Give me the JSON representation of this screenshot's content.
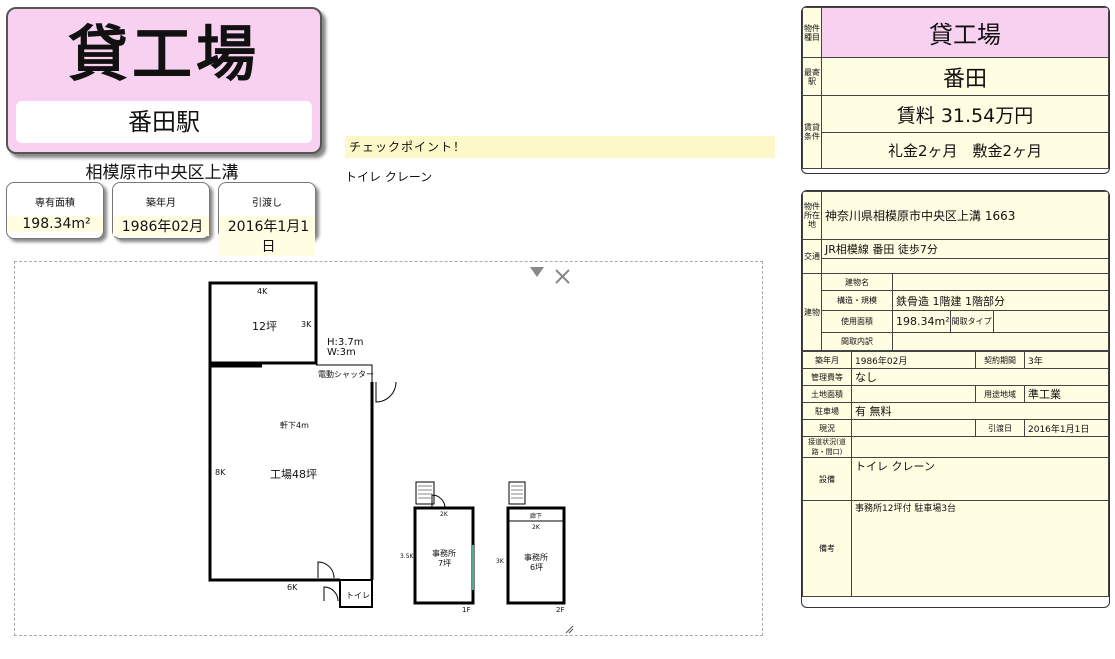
{
  "header": {
    "title": "貸工場",
    "station": "番田駅",
    "address": "相模原市中央区上溝"
  },
  "chips": [
    {
      "label": "専有面積",
      "value": "198.34m²"
    },
    {
      "label": "築年月",
      "value": "1986年02月"
    },
    {
      "label": "引渡し",
      "value": "2016年1月1日"
    }
  ],
  "checkpoint": {
    "label": "チェックポイント！",
    "equipment": "トイレ クレーン"
  },
  "floorplan": {
    "labels": {
      "top_width": "4K",
      "room1_area": "12坪",
      "room1_depth": "3K",
      "height": "H:3.7m",
      "width": "W:3m",
      "shutter": "電動シャッター",
      "eave": "軒下4m",
      "factory": "工場48坪",
      "left_side": "8K",
      "bottom_width": "6K",
      "toilet": "トイレ",
      "office1_top": "2K",
      "office1_side": "3.5K",
      "office1_name": "事務所",
      "office1_area": "7坪",
      "office1_floor": "1F",
      "office2_corridor": "廊下",
      "office2_top": "2K",
      "office2_side": "3K",
      "office2_name": "事務所",
      "office2_area": "6坪",
      "office2_floor": "2F"
    }
  },
  "summary": {
    "type_label": "物件種目",
    "type": "貸工場",
    "station_label": "最寄駅",
    "station": "番田",
    "terms_label": "賃貸条件",
    "rent": "賃料 31.54万円",
    "deposit": "礼金2ヶ月　敷金2ヶ月"
  },
  "details": {
    "location_label": "物件所在地",
    "location": "神奈川県相模原市中央区上溝 1663",
    "access_label": "交通",
    "access": "JR相模線 番田 徒歩7分",
    "access2": "",
    "building_label": "建物",
    "name_label": "建物名",
    "name": "",
    "structure_label": "構造・規模",
    "structure": "鉄骨造 1階建 1階部分",
    "area_label": "使用面積",
    "area": "198.34m²",
    "layout_type_label": "間取タイプ",
    "layout_type": "",
    "layout_label": "間取内訳",
    "layout": "",
    "built_label": "築年月",
    "built": "1986年02月",
    "contract_label": "契約期間",
    "contract": "3年",
    "mgmt_label": "管理費等",
    "mgmt": "なし",
    "land_label": "土地面積",
    "land": "",
    "zoning_label": "用途地域",
    "zoning": "準工業",
    "parking_label": "駐車場",
    "parking": "有 無料",
    "status_label": "現況",
    "status": "",
    "handover_label": "引渡日",
    "handover": "2016年1月1日",
    "road_label": "接道状況(道路・間口)",
    "road": "",
    "facility_label": "設備",
    "facility": "トイレ クレーン",
    "remarks_label": "備考",
    "remarks": "事務所12坪付 駐車場3台"
  },
  "colors": {
    "header_bg": "#f9d1f0",
    "panel_bg": "#fffde2",
    "check_bg": "#fdf8c8"
  },
  "icons": [
    "triangle-down-icon",
    "close-icon",
    "resize-icon"
  ]
}
